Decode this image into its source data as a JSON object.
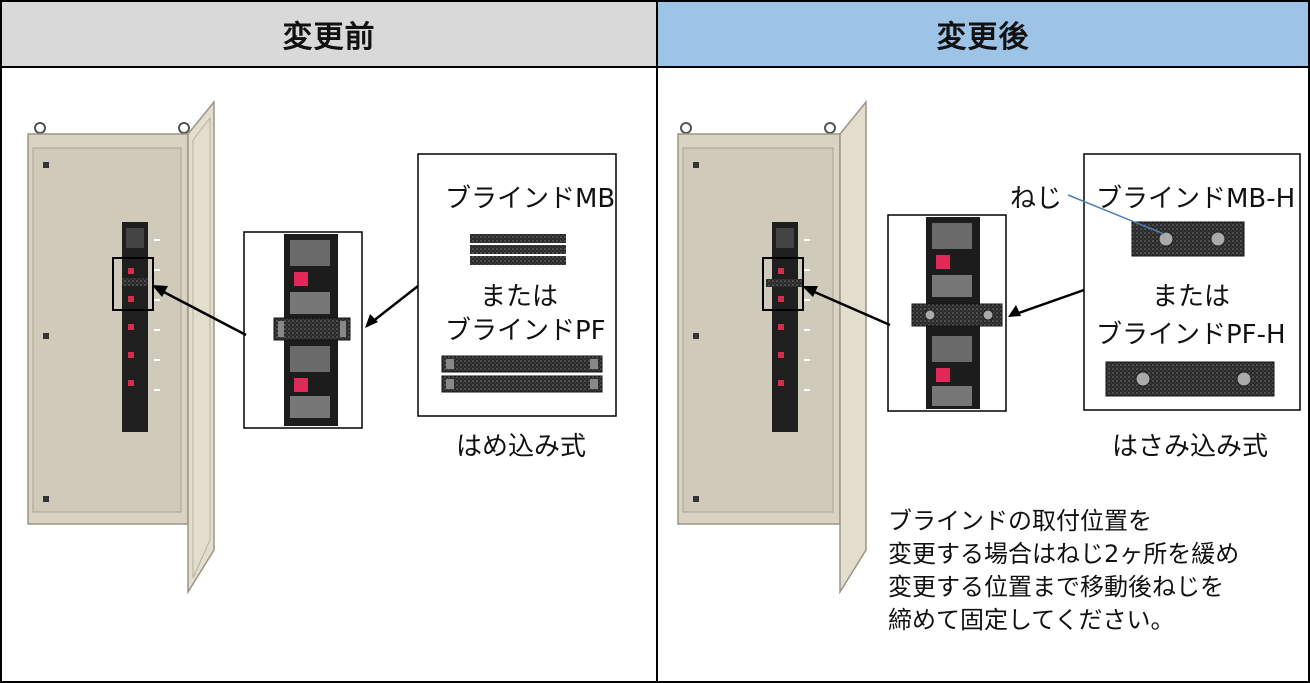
{
  "headers": {
    "before": "変更前",
    "after": "変更後"
  },
  "before": {
    "blind_mb": "ブラインドMB",
    "or": "または",
    "blind_pf": "ブラインドPF",
    "method": "はめ込み式"
  },
  "after": {
    "screw": "ねじ",
    "blind_mb_h": "ブラインドMB-H",
    "or": "または",
    "blind_pf_h": "ブラインドPF-H",
    "method": "はさみ込み式",
    "note": [
      "ブラインドの取付位置を",
      "変更する場合はねじ2ヶ所を緩め",
      "変更する位置まで移動後ねじを",
      "締めて固定してください。"
    ]
  },
  "colors": {
    "before_header": "#d9d9d9",
    "after_header": "#9dc3e6",
    "cabinet": "#d8d3c2"
  }
}
